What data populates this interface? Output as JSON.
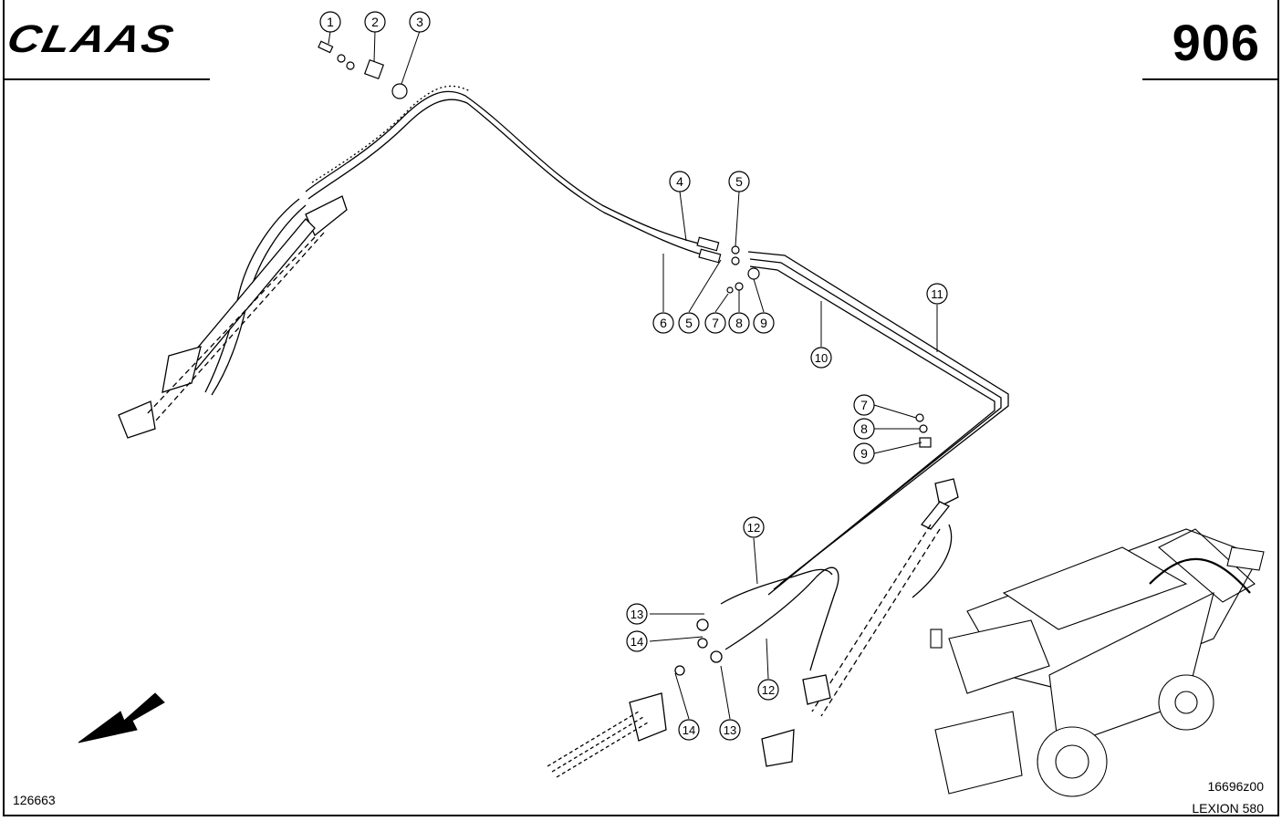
{
  "header": {
    "brand": "CLAAS",
    "page_number": "906"
  },
  "footer": {
    "drawing_id": "126663",
    "figure_code": "16696z00",
    "model": "LEXION 580"
  },
  "callouts": [
    "1",
    "2",
    "3",
    "4",
    "5",
    "5",
    "6",
    "7",
    "8",
    "9",
    "10",
    "11",
    "7",
    "8",
    "9",
    "12",
    "12",
    "13",
    "13",
    "14",
    "14"
  ]
}
